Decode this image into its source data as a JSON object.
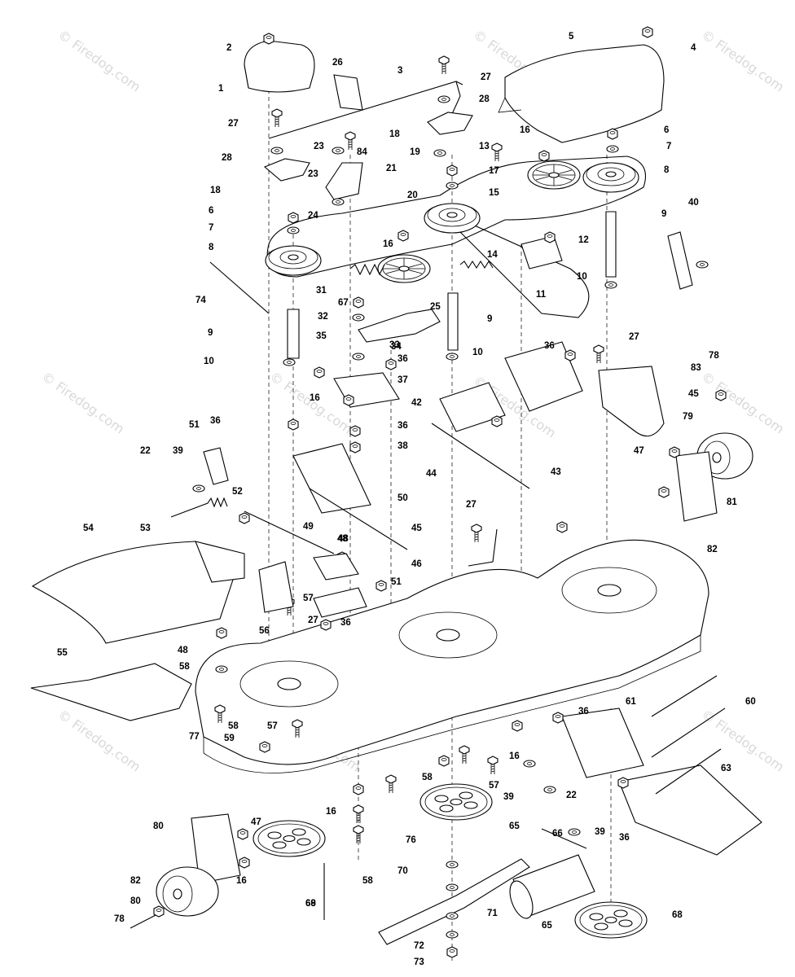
{
  "watermark": "© Firedog.com",
  "labels": [
    "1",
    "2",
    "3",
    "4",
    "5",
    "6",
    "7",
    "8",
    "9",
    "10",
    "11",
    "12",
    "13",
    "14",
    "15",
    "16",
    "17",
    "18",
    "19",
    "20",
    "21",
    "22",
    "23",
    "24",
    "25",
    "26",
    "27",
    "28",
    "31",
    "32",
    "33",
    "34",
    "35",
    "36",
    "37",
    "38",
    "39",
    "40",
    "42",
    "43",
    "44",
    "45",
    "46",
    "47",
    "48",
    "49",
    "50",
    "51",
    "52",
    "53",
    "54",
    "55",
    "56",
    "57",
    "58",
    "59",
    "60",
    "61",
    "63",
    "65",
    "66",
    "67",
    "68",
    "69",
    "70",
    "71",
    "72",
    "73",
    "74",
    "76",
    "77",
    "78",
    "79",
    "80",
    "81",
    "82",
    "83",
    "84"
  ]
}
